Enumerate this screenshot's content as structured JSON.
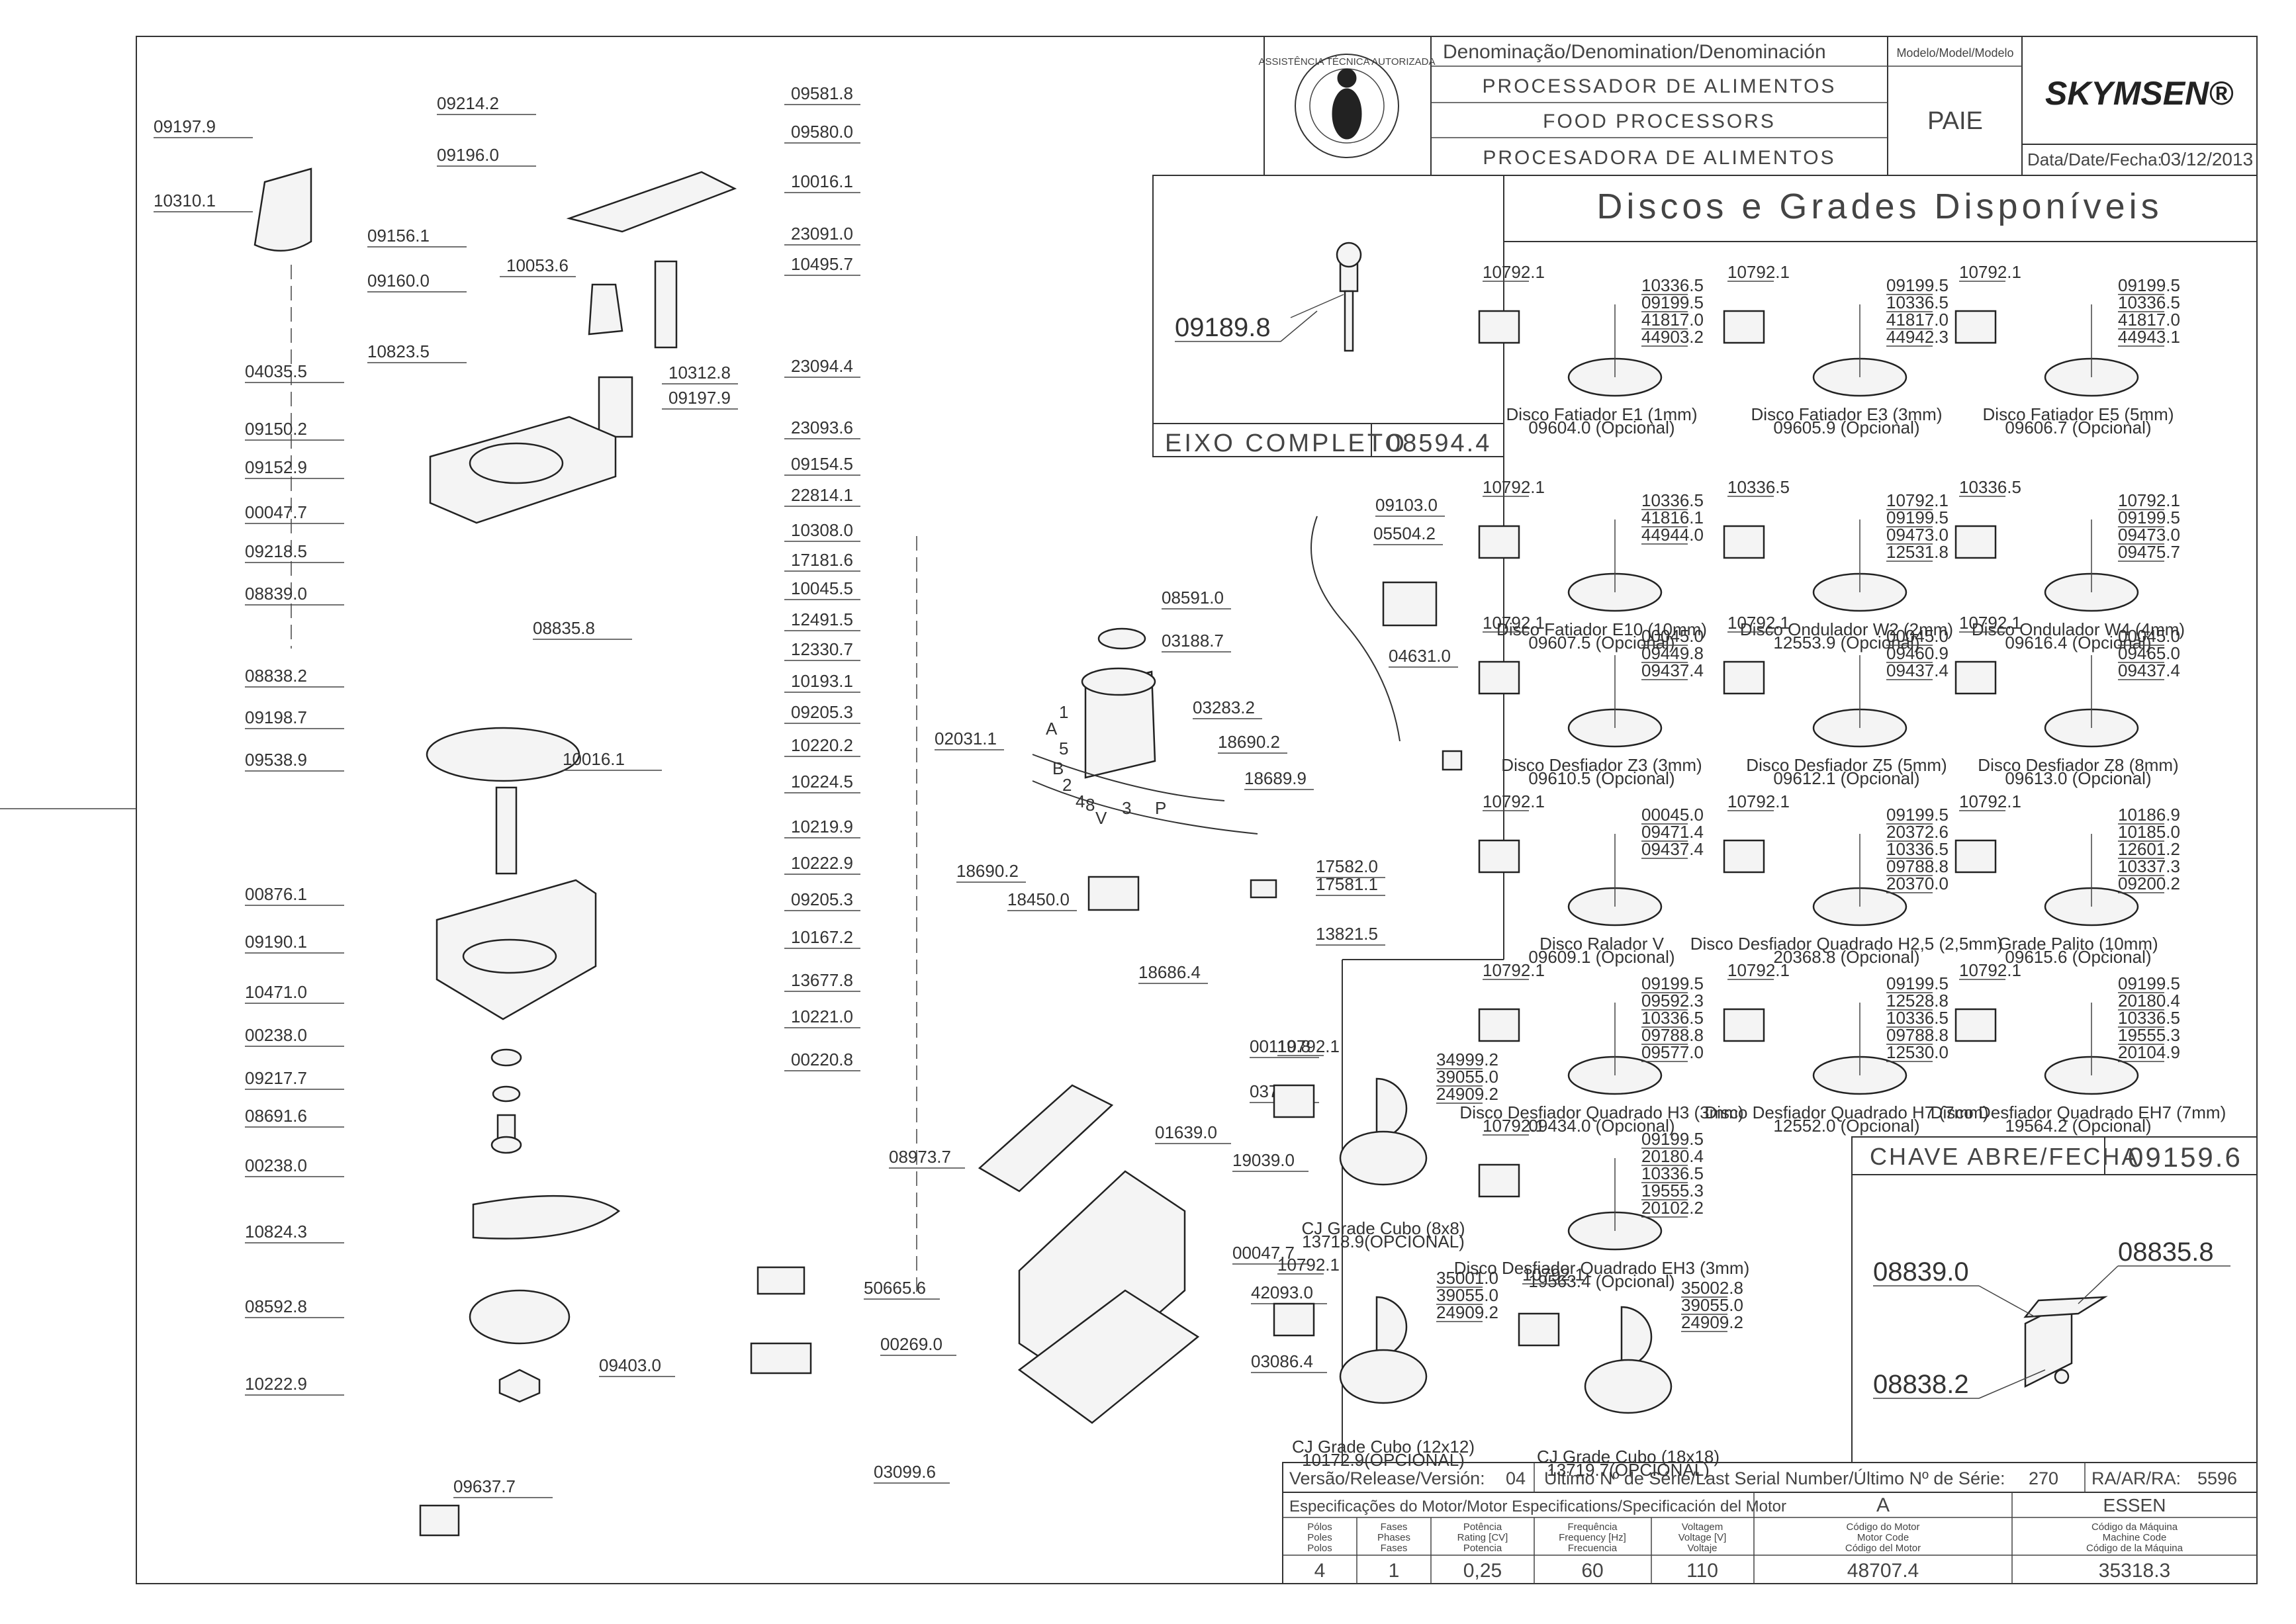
{
  "header": {
    "denomination_label": "Denominação/Denomination/Denominación",
    "names": [
      "PROCESSADOR DE ALIMENTOS",
      "FOOD PROCESSORS",
      "PROCESADORA DE ALIMENTOS"
    ],
    "model_label": "Modelo/Model/Modelo",
    "model": "PAIE",
    "brand": "SKYMSEN®",
    "date_label": "Data/Date/Fecha:",
    "date": "03/12/2013",
    "seal_text": "ASSISTÊNCIA TÉCNICA AUTORIZADA"
  },
  "main_labels": {
    "left": [
      "09197.9",
      "10310.1",
      "09214.2",
      "09196.0",
      "09156.1",
      "09160.0",
      "10823.5",
      "04035.5",
      "09150.2",
      "09152.9",
      "00047.7",
      "09218.5",
      "08839.0",
      "08835.8",
      "08838.2",
      "09198.7",
      "09538.9",
      "10016.1",
      "00876.1",
      "09190.1",
      "10471.0",
      "00238.0",
      "09217.7",
      "08691.6",
      "00238.0",
      "10824.3",
      "08592.8",
      "10222.9",
      "09637.7"
    ],
    "right": [
      "09581.8",
      "09580.0",
      "10016.1",
      "23091.0",
      "10495.7",
      "10053.6",
      "10312.8",
      "09197.9",
      "23094.4",
      "23093.6",
      "09154.5",
      "22814.1",
      "10308.0",
      "17181.6",
      "10045.5",
      "12491.5",
      "12330.7",
      "10193.1",
      "09205.3",
      "10220.2",
      "10224.5",
      "10219.9",
      "10222.9",
      "09205.3",
      "10167.2",
      "13677.8",
      "10221.0",
      "00220.8"
    ],
    "motor": [
      "08591.0",
      "03188.7",
      "02031.1",
      "03283.2",
      "18690.2",
      "18689.9",
      "18690.2",
      "18450.0",
      "17582.0",
      "17581.1",
      "13821.5",
      "18686.4",
      "00119.8",
      "03793.1",
      "09103.0",
      "05504.2",
      "04631.0"
    ],
    "motor_wires": [
      "1",
      "A",
      "5",
      "B",
      "2",
      "4",
      "8",
      "V",
      "3",
      "P"
    ],
    "base": [
      "08973.7",
      "01639.0",
      "19039.0",
      "00047.7",
      "42093.0",
      "50665.6",
      "09403.0",
      "00269.0",
      "03086.4",
      "03099.6"
    ]
  },
  "axle_box": {
    "part": "09189.8",
    "caption": "EIXO COMPLETO",
    "code": "08594.4"
  },
  "discs": {
    "title": "Discos e Grades Disponíveis",
    "items": [
      {
        "name": "Disco Fatiador E1 (1mm)",
        "code": "09604.0 (Opcional)",
        "parts": [
          "10792.1",
          "10336.5",
          "09199.5",
          "41817.0",
          "44903.2"
        ]
      },
      {
        "name": "Disco Fatiador E3 (3mm)",
        "code": "09605.9 (Opcional)",
        "parts": [
          "10792.1",
          "09199.5",
          "10336.5",
          "41817.0",
          "44942.3"
        ]
      },
      {
        "name": "Disco Fatiador E5 (5mm)",
        "code": "09606.7 (Opcional)",
        "parts": [
          "10792.1",
          "09199.5",
          "10336.5",
          "41817.0",
          "44943.1"
        ]
      },
      {
        "name": "Disco Fatiador E10 (10mm)",
        "code": "09607.5 (Opcional)",
        "parts": [
          "10792.1",
          "10336.5",
          "41816.1",
          "44944.0"
        ]
      },
      {
        "name": "Disco Ondulador W2 (2mm)",
        "code": "12553.9 (Opcional)",
        "parts": [
          "10336.5",
          "10792.1",
          "09199.5",
          "09473.0",
          "12531.8"
        ]
      },
      {
        "name": "Disco Ondulador W4 (4mm)",
        "code": "09616.4 (Opcional)",
        "parts": [
          "10336.5",
          "10792.1",
          "09199.5",
          "09473.0",
          "09475.7"
        ]
      },
      {
        "name": "Disco Desfiador Z3 (3mm)",
        "code": "09610.5 (Opcional)",
        "parts": [
          "10792.1",
          "00045.0",
          "09449.8",
          "09437.4"
        ]
      },
      {
        "name": "Disco Desfiador Z5 (5mm)",
        "code": "09612.1 (Opcional)",
        "parts": [
          "10792.1",
          "00045.0",
          "09460.9",
          "09437.4"
        ]
      },
      {
        "name": "Disco Desfiador Z8 (8mm)",
        "code": "09613.0 (Opcional)",
        "parts": [
          "10792.1",
          "00045.0",
          "09465.0",
          "09437.4"
        ]
      },
      {
        "name": "Disco Ralador V",
        "code": "09609.1 (Opcional)",
        "parts": [
          "10792.1",
          "00045.0",
          "09471.4",
          "09437.4"
        ]
      },
      {
        "name": "Disco Desfiador Quadrado H2,5 (2,5mm)",
        "code": "20368.8 (Opcional)",
        "parts": [
          "10792.1",
          "09199.5",
          "20372.6",
          "10336.5",
          "09788.8",
          "20370.0"
        ]
      },
      {
        "name": "Grade Palito (10mm)",
        "code": "09615.6 (Opcional)",
        "parts": [
          "10792.1",
          "10186.9",
          "10185.0",
          "12601.2",
          "10337.3",
          "09200.2"
        ]
      },
      {
        "name": "Disco Desfiador Quadrado H3 (3mm)",
        "code": "09434.0 (Opcional)",
        "parts": [
          "10792.1",
          "09199.5",
          "09592.3",
          "10336.5",
          "09788.8",
          "09577.0"
        ]
      },
      {
        "name": "Disco Desfiador Quadrado H7 (7mm)",
        "code": "12552.0 (Opcional)",
        "parts": [
          "10792.1",
          "09199.5",
          "12528.8",
          "10336.5",
          "09788.8",
          "12530.0"
        ]
      },
      {
        "name": "Disco Desfiador Quadrado EH7 (7mm)",
        "code": "19564.2 (Opcional)",
        "parts": [
          "10792.1",
          "09199.5",
          "20180.4",
          "10336.5",
          "19555.3",
          "20104.9"
        ]
      },
      {
        "name": "Disco Desfiador Quadrado EH3 (3mm)",
        "code": "19563.4 (Opcional)",
        "parts": [
          "10792.1",
          "09199.5",
          "20180.4",
          "10336.5",
          "19555.3",
          "20102.2"
        ]
      },
      {
        "name": "CJ Grade Cubo (8x8)",
        "code": "13718.9(OPCIONAL)",
        "parts": [
          "10792.1",
          "34999.2",
          "39055.0",
          "24909.2"
        ]
      },
      {
        "name": "CJ Grade Cubo (12x12)",
        "code": "10172.9(OPCIONAL)",
        "parts": [
          "10792.1",
          "35001.0",
          "39055.0",
          "24909.2"
        ]
      },
      {
        "name": "CJ Grade Cubo (18x18)",
        "code": "13719.7(OPCIONAL)",
        "parts": [
          "10792.1",
          "35002.8",
          "39055.0",
          "24909.2"
        ]
      }
    ]
  },
  "switch_box": {
    "title": "CHAVE ABRE/FECHA",
    "code": "09159.6",
    "parts": [
      "08839.0",
      "08835.8",
      "08838.2"
    ]
  },
  "footer": {
    "version_label": "Versão/Release/Versión:",
    "version": "04",
    "serial_label": "Último Nº de Série/Last Serial Number/Último Nº de Série:",
    "serial": "270",
    "ra_label": "RA/AR/RA:",
    "ra": "5596",
    "motor_spec_label": "Especificações do Motor/Motor Especifications/Specificación del Motor",
    "motor_letter": "A",
    "motor_brand": "ESSEN",
    "columns": [
      {
        "header": [
          "Pólos",
          "Poles",
          "Polos"
        ],
        "value": "4"
      },
      {
        "header": [
          "Fases",
          "Phases",
          "Fases"
        ],
        "value": "1"
      },
      {
        "header": [
          "Potência",
          "Rating [CV]",
          "Potencia"
        ],
        "value": "0,25"
      },
      {
        "header": [
          "Frequência",
          "Frequency [Hz]",
          "Frecuencia"
        ],
        "value": "60"
      },
      {
        "header": [
          "Voltagem",
          "Voltage [V]",
          "Voltaje"
        ],
        "value": "110"
      },
      {
        "header": [
          "Código do Motor",
          "Motor Code",
          "Código del Motor"
        ],
        "value": "48707.4"
      },
      {
        "header": [
          "Código da Máquina",
          "Machine Code",
          "Código de la Máquina"
        ],
        "value": "35318.3"
      }
    ]
  }
}
